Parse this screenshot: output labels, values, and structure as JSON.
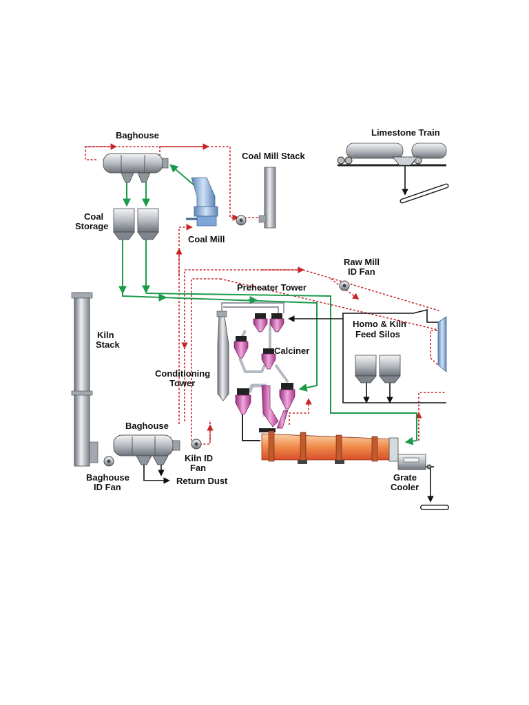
{
  "labels": {
    "baghouse_top": "Baghouse",
    "coal_mill_stack": "Coal Mill Stack",
    "limestone_train": "Limestone Train",
    "coal_storage_1": "Coal",
    "coal_storage_2": "Storage",
    "coal_mill": "Coal Mill",
    "raw_mill_fan_1": "Raw Mill",
    "raw_mill_fan_2": "ID Fan",
    "preheater_tower": "Preheater Tower",
    "kiln_stack_1": "Kiln",
    "kiln_stack_2": "Stack",
    "homo_silos_1": "Homo & Kiln",
    "homo_silos_2": "Feed Silos",
    "calciner": "Calciner",
    "conditioning_1": "Conditioning",
    "conditioning_2": "Tower",
    "baghouse_bottom": "Baghouse",
    "kiln_id_fan_1": "Kiln ID",
    "kiln_id_fan_2": "Fan",
    "baghouse_id_fan_1": "Baghouse",
    "baghouse_id_fan_2": "ID Fan",
    "return_dust": "Return Dust",
    "grate_cooler_1": "Grate",
    "grate_cooler_2": "Cooler"
  },
  "colors": {
    "gas_flow": "#c8242a",
    "coal_flow": "#1b9a4a",
    "material_flow": "#111111",
    "kiln": "#f08a4a",
    "cyclone": "#c94fa8",
    "coal_mill": "#8ab4e0"
  },
  "icons": [
    "baghouse-icon",
    "coal-mill-icon",
    "stack-icon",
    "fan-icon",
    "train-icon",
    "silo-icon",
    "cyclone-icon",
    "kiln-icon",
    "grate-cooler-icon",
    "conveyor-icon"
  ]
}
